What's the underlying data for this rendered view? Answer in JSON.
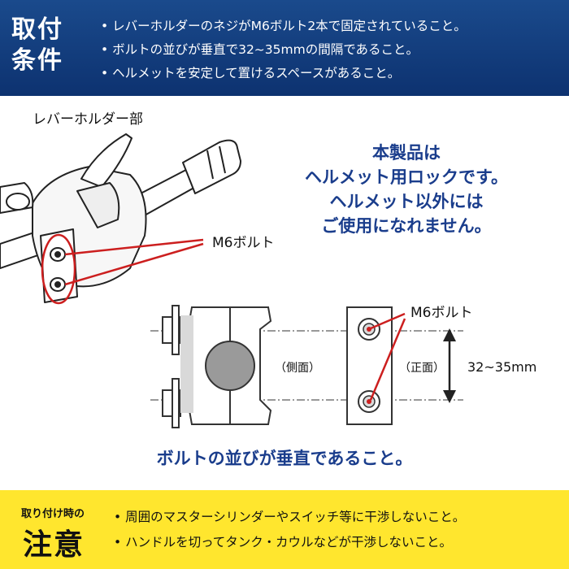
{
  "header": {
    "tag_line1": "取付",
    "tag_line2": "条件",
    "conditions": [
      "レバーホルダーのネジがM6ボルト2本で固定されていること。",
      "ボルトの並びが垂直で32~35mmの間隔であること。",
      "ヘルメットを安定して置けるスペースがあること。"
    ]
  },
  "diagram": {
    "lever_holder_label": "レバーホルダー部",
    "m6_bolt_label": "M6ボルト",
    "notice_lines": [
      "本製品は",
      "ヘルメット用ロックです。",
      "ヘルメット以外には",
      "ご使用になれません。"
    ],
    "side_view_label": "（側面）",
    "front_view_label": "（正面）",
    "spacing_label": "32~35mm",
    "vertical_note": "ボルトの並びが垂直であること。"
  },
  "footer": {
    "small_label": "取り付け時の",
    "big_label": "注意",
    "cautions": [
      "周囲のマスターシリンダーやスイッチ等に干渉しないこと。",
      "ハンドルを切ってタンク・カウルなどが干渉しないこと。"
    ]
  },
  "colors": {
    "header_blue": "#0d3270",
    "accent_blue": "#1a3d8c",
    "footer_yellow": "#ffe62e",
    "highlight_red": "#cc1f1f"
  }
}
